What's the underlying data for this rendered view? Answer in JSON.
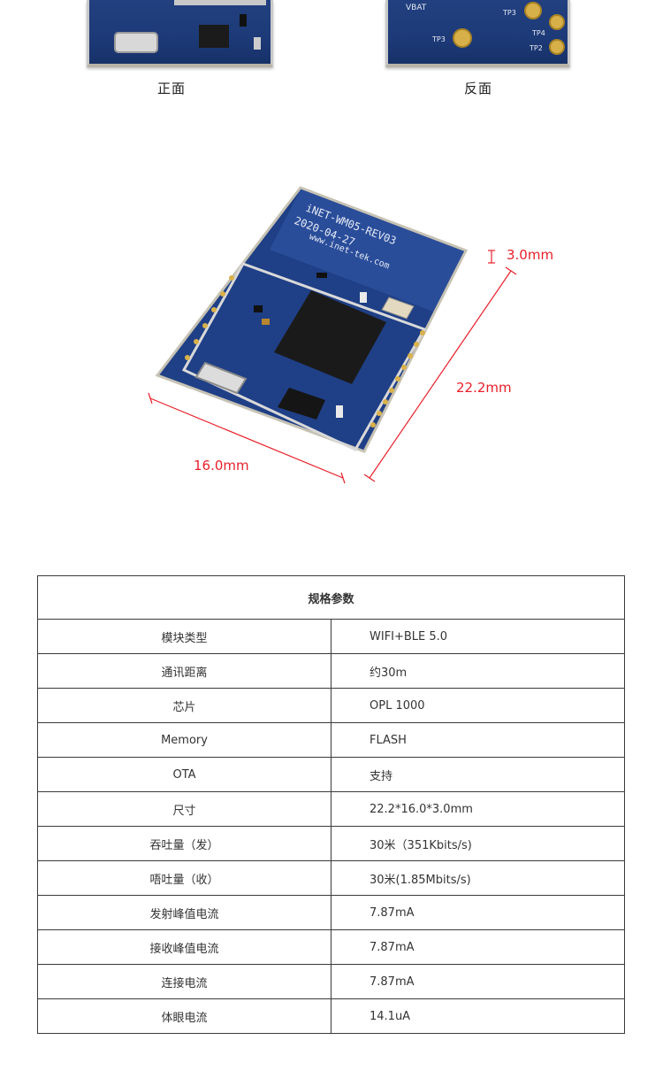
{
  "views": {
    "front_caption": "正面",
    "back_caption": "反面",
    "back_labels": {
      "vbat": "VBAT",
      "tp3a": "TP3",
      "tp3b": "TP3",
      "tp4": "TP4",
      "tp2": "TP2"
    }
  },
  "board_print": {
    "line1": "iNET-WM05-REV03",
    "line2": "2020-04-27",
    "line3": "www.inet-tek.com"
  },
  "dimensions": {
    "thickness": "3.0mm",
    "length": "22.2mm",
    "width": "16.0mm"
  },
  "colors": {
    "dimension": "#e8202a",
    "pcb": "#1f3f86"
  },
  "spec_table": {
    "title": "规格参数",
    "rows": [
      {
        "key": "模块类型",
        "value": "WIFI+BLE 5.0"
      },
      {
        "key": "通讯距离",
        "value": "约30m"
      },
      {
        "key": "芯片",
        "value": "OPL 1000"
      },
      {
        "key": "Memory",
        "value": "FLASH"
      },
      {
        "key": "OTA",
        "value": "支持"
      },
      {
        "key": "尺寸",
        "value": "22.2*16.0*3.0mm"
      },
      {
        "key": "吞吐量（发）",
        "value": "30米（351Kbits/s)"
      },
      {
        "key": "唔吐量（收）",
        "value": "30米(1.85Mbits/s)"
      },
      {
        "key": "发射峰值电流",
        "value": "7.87mA"
      },
      {
        "key": "接收峰值电流",
        "value": "7.87mA"
      },
      {
        "key": "连接电流",
        "value": "7.87mA"
      },
      {
        "key": "体眼电流",
        "value": "14.1uA"
      }
    ]
  }
}
